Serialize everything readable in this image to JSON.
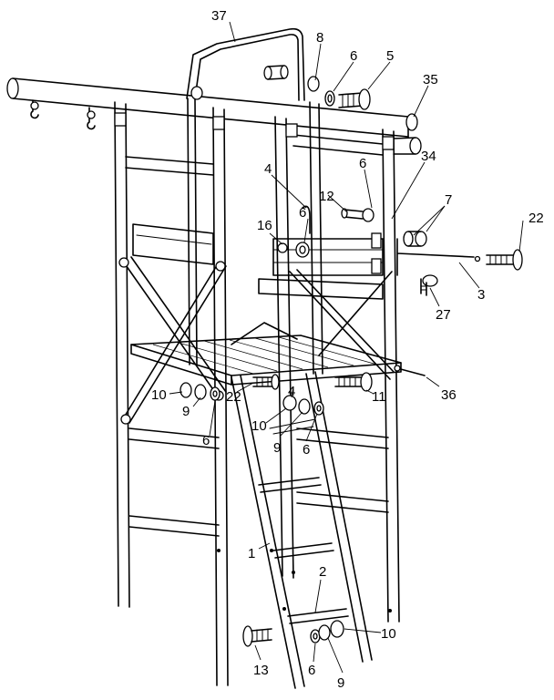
{
  "callouts": [
    {
      "id": "c37",
      "text": "37"
    },
    {
      "id": "c8",
      "text": "8"
    },
    {
      "id": "c6a",
      "text": "6"
    },
    {
      "id": "c5",
      "text": "5"
    },
    {
      "id": "c35",
      "text": "35"
    },
    {
      "id": "c6b",
      "text": "6"
    },
    {
      "id": "c34",
      "text": "34"
    },
    {
      "id": "c4",
      "text": "4"
    },
    {
      "id": "c12",
      "text": "12"
    },
    {
      "id": "c7",
      "text": "7"
    },
    {
      "id": "c22a",
      "text": "22"
    },
    {
      "id": "c16",
      "text": "16"
    },
    {
      "id": "c6c",
      "text": "6"
    },
    {
      "id": "c3",
      "text": "3"
    },
    {
      "id": "c27",
      "text": "27"
    },
    {
      "id": "c36",
      "text": "36"
    },
    {
      "id": "c10a",
      "text": "10"
    },
    {
      "id": "c9a",
      "text": "9"
    },
    {
      "id": "c6d",
      "text": "6"
    },
    {
      "id": "c22b",
      "text": "22"
    },
    {
      "id": "c4b",
      "text": "4"
    },
    {
      "id": "c11",
      "text": "11"
    },
    {
      "id": "c10b",
      "text": "10"
    },
    {
      "id": "c9b",
      "text": "9"
    },
    {
      "id": "c6e",
      "text": "6"
    },
    {
      "id": "c1",
      "text": "1"
    },
    {
      "id": "c2",
      "text": "2"
    },
    {
      "id": "c10c",
      "text": "10"
    },
    {
      "id": "c13",
      "text": "13"
    },
    {
      "id": "c6f",
      "text": "6"
    },
    {
      "id": "c9c",
      "text": "9"
    }
  ]
}
